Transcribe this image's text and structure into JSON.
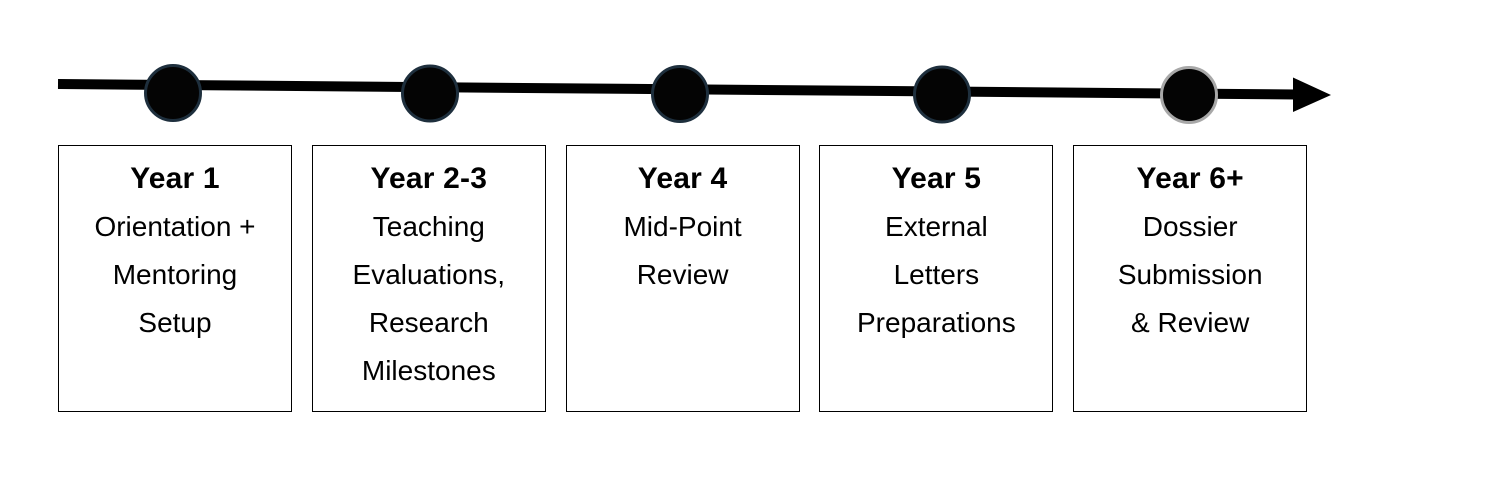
{
  "timeline": {
    "milestones": [
      {
        "title": "Year 1",
        "description": "Orientation +\nMentoring\nSetup"
      },
      {
        "title": "Year 2-3",
        "description": "Teaching\nEvaluations,\nResearch\nMilestones"
      },
      {
        "title": "Year 4",
        "description": "Mid-Point\nReview"
      },
      {
        "title": "Year 5",
        "description": "External\nLetters\nPreparations"
      },
      {
        "title": "Year 6+",
        "description": "Dossier\nSubmission\n& Review"
      }
    ]
  },
  "colors": {
    "background": "#ffffff",
    "text": "#000000",
    "arrow": "#000000",
    "dot_fill": "#040404",
    "dot_ring": "#1e2f3d",
    "dot_ring_last": "#a8a8a8",
    "box_border": "#000000"
  }
}
